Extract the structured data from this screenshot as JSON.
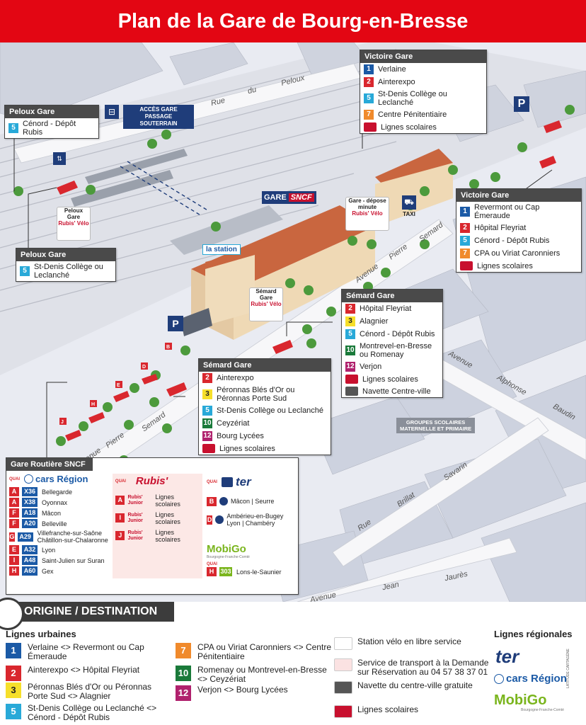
{
  "title": "Plan de la Gare de Bourg-en-Bresse",
  "streets": {
    "rue_peloux_1": "Rue",
    "rue_peloux_2": "du",
    "rue_peloux_3": "Peloux",
    "av_semard_top_1": "Avenue",
    "av_semard_top_2": "Pierre",
    "av_semard_top_3": "Semard",
    "av_semard_bot_1": "Avenue",
    "av_semard_bot_2": "Pierre",
    "av_semard_bot_3": "Semard",
    "av_baudin_1": "Avenue",
    "av_baudin_2": "Alphonse",
    "av_baudin_3": "Baudin",
    "rue_savarin_1": "Rue",
    "rue_savarin_2": "Brillat",
    "rue_savarin_3": "Savarin",
    "av_jaures_1": "Avenue",
    "av_jaures_2": "Jean",
    "av_jaures_3": "Jaurès"
  },
  "labels": {
    "acces_gare": "ACCÈS GARE",
    "passage": "PASSAGE SOUTERRAIN",
    "gare": "GARE",
    "sncf": "SNCF",
    "station": "la station",
    "taxi": "TAXI",
    "parking": "P",
    "groupes_1": "GROUPES SCOLAIRES",
    "groupes_2": "MATERNELLE ET PRIMAIRE",
    "peloux_gare_velo_1": "Peloux",
    "peloux_gare_velo_2": "Gare",
    "depose_1": "Gare - dépose",
    "depose_2": "minute",
    "semard_gare_velo_1": "Sémard",
    "semard_gare_velo_2": "Gare",
    "rubis_velo": "Rubis' Vélo"
  },
  "stops": {
    "peloux_top": {
      "title": "Peloux Gare",
      "rows": [
        {
          "num": "5",
          "cls": "c5",
          "text": "Cénord - Dépôt Rubis"
        }
      ]
    },
    "peloux_bottom": {
      "title": "Peloux Gare",
      "rows": [
        {
          "num": "5",
          "cls": "c5",
          "text": "St-Denis Collège ou Leclanché"
        }
      ]
    },
    "victoire_top": {
      "title": "Victoire Gare",
      "rows": [
        {
          "num": "1",
          "cls": "c1",
          "text": "Verlaine"
        },
        {
          "num": "2",
          "cls": "c2",
          "text": "Ainterexpo"
        },
        {
          "num": "5",
          "cls": "c5",
          "text": "St-Denis Collège ou Leclanché"
        },
        {
          "num": "7",
          "cls": "c7",
          "text": "Centre Pénitentiaire"
        },
        {
          "num": "",
          "cls": "sc",
          "text": "Lignes scolaires"
        }
      ]
    },
    "victoire_right": {
      "title": "Victoire Gare",
      "rows": [
        {
          "num": "1",
          "cls": "c1",
          "text": "Revermont ou Cap Émeraude"
        },
        {
          "num": "2",
          "cls": "c2",
          "text": "Hôpital Fleyriat"
        },
        {
          "num": "5",
          "cls": "c5",
          "text": "Cénord - Dépôt Rubis"
        },
        {
          "num": "7",
          "cls": "c7",
          "text": "CPA ou Viriat Caronniers"
        },
        {
          "num": "",
          "cls": "sc",
          "text": "Lignes scolaires"
        }
      ]
    },
    "semard_right": {
      "title": "Sémard Gare",
      "rows": [
        {
          "num": "2",
          "cls": "c2",
          "text": "Hôpital Fleyriat"
        },
        {
          "num": "3",
          "cls": "c3",
          "text": "Alagnier"
        },
        {
          "num": "5",
          "cls": "c5",
          "text": "Cénord - Dépôt Rubis"
        },
        {
          "num": "10",
          "cls": "c10",
          "text": "Montrevel-en-Bresse ou Romenay"
        },
        {
          "num": "12",
          "cls": "c12",
          "text": "Verjon"
        },
        {
          "num": "",
          "cls": "sc",
          "text": "Lignes scolaires"
        },
        {
          "num": "",
          "cls": "nv",
          "text": "Navette Centre-ville"
        }
      ]
    },
    "semard_left": {
      "title": "Sémard Gare",
      "rows": [
        {
          "num": "2",
          "cls": "c2",
          "text": "Ainterexpo"
        },
        {
          "num": "3",
          "cls": "c3",
          "text": "Péronnas Blés d'Or ou Péronnas Porte Sud"
        },
        {
          "num": "5",
          "cls": "c5",
          "text": "St-Denis Collège ou Leclanché"
        },
        {
          "num": "10",
          "cls": "c10",
          "text": "Ceyzériat"
        },
        {
          "num": "12",
          "cls": "c12",
          "text": "Bourg Lycées"
        },
        {
          "num": "",
          "cls": "sc",
          "text": "Lignes scolaires"
        }
      ]
    }
  },
  "routiere": {
    "title": "Gare Routière SNCF",
    "quai_label": "QUAI",
    "cars_region": "cars Région",
    "cars_rows": [
      {
        "quai": "A",
        "line": "X36",
        "dest": "Bellegarde"
      },
      {
        "quai": "A",
        "line": "X38",
        "dest": "Oyonnax"
      },
      {
        "quai": "F",
        "line": "A18",
        "dest": "Mâcon"
      },
      {
        "quai": "F",
        "line": "A20",
        "dest": "Belleville"
      },
      {
        "quai": "G",
        "line": "A29",
        "dest": "Villefranche-sur-Saône Châtillon-sur-Chalaronne"
      },
      {
        "quai": "E",
        "line": "A32",
        "dest": "Lyon"
      },
      {
        "quai": "I",
        "line": "A48",
        "dest": "Saint-Julien sur Suran"
      },
      {
        "quai": "H",
        "line": "A60",
        "dest": "Gex"
      }
    ],
    "rubis": "Rubis'",
    "rubis_junior": "Rubis' Junior",
    "rubis_rows": [
      {
        "quai": "A",
        "dest": "Lignes scolaires"
      },
      {
        "quai": "I",
        "dest": "Lignes scolaires"
      },
      {
        "quai": "J",
        "dest": "Lignes scolaires"
      }
    ],
    "ter": "ter",
    "ter_rows": [
      {
        "quai": "B",
        "dest": "Mâcon | Seurre"
      },
      {
        "quai": "D",
        "dest": "Ambérieu-en-Bugey Lyon | Chambéry"
      }
    ],
    "mobigo": "MobiGo",
    "mobigo_sub": "Bourgogne-Franche-Comté",
    "mobigo_rows": [
      {
        "quai": "H",
        "line": "303",
        "dest": "Lons-le-Saunier"
      }
    ]
  },
  "legend": {
    "od_title": "ORIGINE / DESTINATION",
    "urbaines_title": "Lignes urbaines",
    "regionales_title": "Lignes régionales",
    "lines": [
      {
        "num": "1",
        "cls": "c1",
        "text": "Verlaine <> Revermont ou Cap Émeraude"
      },
      {
        "num": "2",
        "cls": "c2",
        "text": "Ainterexpo <> Hôpital Fleyriat"
      },
      {
        "num": "3",
        "cls": "c3",
        "text": "Péronnas Blés d'Or ou Péronnas Porte Sud <> Alagnier"
      },
      {
        "num": "5",
        "cls": "c5",
        "text": "St-Denis Collège ou Leclanché <> Cénord - Dépôt Rubis"
      },
      {
        "num": "7",
        "cls": "c7",
        "text": "CPA ou Viriat Caronniers <> Centre Pénitentiaire"
      },
      {
        "num": "10",
        "cls": "c10",
        "text": "Romenay ou Montrevel-en-Bresse <> Ceyzériat"
      },
      {
        "num": "12",
        "cls": "c12",
        "text": "Verjon <> Bourg Lycées"
      }
    ],
    "services": [
      {
        "icon": "rubis-velo-icon",
        "text": "Station vélo en libre service"
      },
      {
        "icon": "tad-icon",
        "text": "Service de transport à la Demande sur Réservation au 04 57 38 37 01"
      },
      {
        "icon": "navette-icon",
        "text": "Navette du centre-ville gratuite"
      },
      {
        "icon": "scolaire-icon",
        "text": "Lignes scolaires"
      }
    ],
    "ter": "ter",
    "cars_region": "cars Région",
    "mobigo": "MobiGo",
    "mobigo_sub": "Bourgogne-Franche-Comté",
    "credit": "LATITUDE CARTAGÈNE"
  },
  "colors": {
    "header": "#e30613",
    "line1": "#1b5aa6",
    "line2": "#d9272e",
    "line3": "#f6df2a",
    "line5": "#28a9d8",
    "line7": "#f08a2c",
    "line10": "#1a7a3a",
    "line12": "#b0216d"
  }
}
